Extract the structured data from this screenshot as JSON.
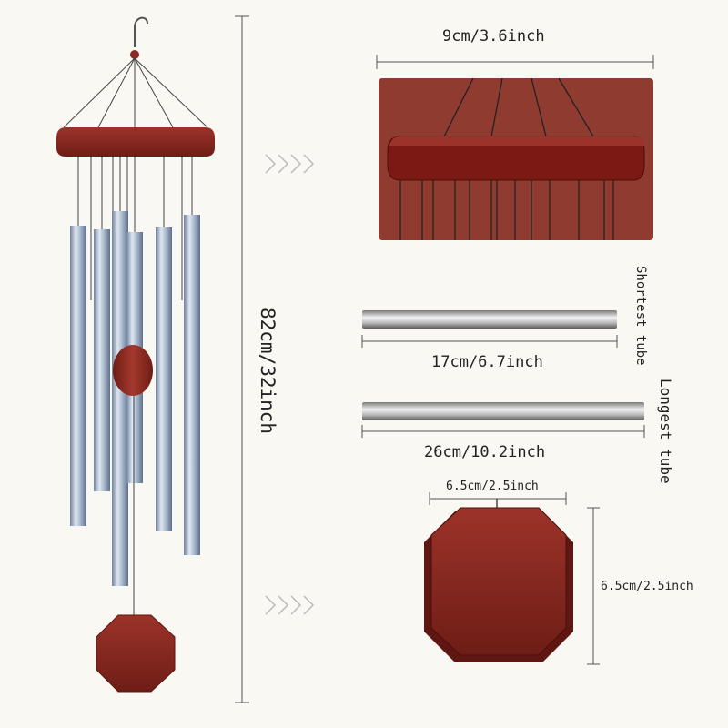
{
  "dimensions": {
    "total_height": "82cm/32inch",
    "ring_width": "9cm/3.6inch",
    "shortest_tube_length": "17cm/6.7inch",
    "shortest_tube_caption": "Shortest tube",
    "longest_tube_length": "26cm/10.2inch",
    "longest_tube_caption": "Longest tube",
    "wind_sail_width": "6.5cm/2.5inch",
    "wind_sail_height": "6.5cm/2.5inch"
  },
  "colors": {
    "background": "#faf8f3",
    "wood": "#8b2a22",
    "wood_dark": "#5e1712",
    "tube": "#aebdd0",
    "tube_shade": "#6f82a0",
    "dimension_line": "#555555"
  },
  "icons": [
    "hook-icon",
    "chevron-arrows-icon"
  ]
}
